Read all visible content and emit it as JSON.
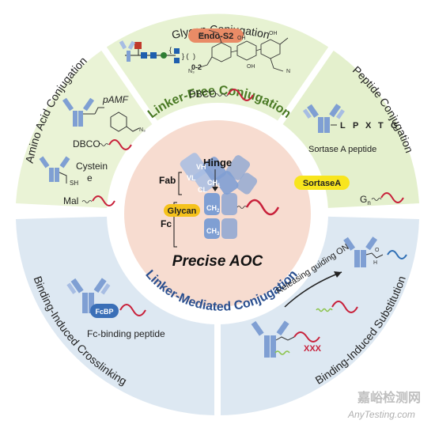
{
  "colors": {
    "top_sector": "#e7f2d2",
    "right_sector": "#e4f0cd",
    "left_sector": "#eaf3d6",
    "bottom_sector": "#dde8f2",
    "center_disk": "#f7dcd0",
    "antibody_heavy": "#7f9fd3",
    "antibody_light": "#a7bde3",
    "rna_red": "#c8203a",
    "rna_blue": "#2f6fb5",
    "pill_endo": "#e98b66",
    "pill_glycan": "#f5c21b",
    "pill_sortase": "#f8e51e",
    "pill_fcbp": "#3a6fb7",
    "green_title": "#4a7a24",
    "blue_title": "#2a4f8f"
  },
  "sectors": {
    "glycan": {
      "title": "Glycan Conjugation",
      "enzyme": "Endo-S2",
      "chain_repeat": "0-2",
      "linker_label": "DBCO"
    },
    "peptide": {
      "title": "Peptide Conjugation",
      "sequence": [
        "L",
        "P",
        "X",
        "T",
        "G"
      ],
      "caption": "Sortase A peptide",
      "enzyme": "SortaseA",
      "g_label": "G",
      "g_subscript": "n"
    },
    "amino_acid": {
      "title": "Amino Acid Conjugation",
      "unnatural_aa": "pAMF",
      "linker_label": "DBCO",
      "cysteine_line1": "Cystein",
      "cysteine_line2": "e",
      "sh_label": "SH",
      "mal_label": "Mal"
    },
    "binding_crosslinking": {
      "title": "Binding-Induced Crosslinking",
      "pill": "FcBP",
      "caption": "Fc-binding peptide"
    },
    "binding_substitution": {
      "title": "Binding-Induced Substitution",
      "arrow_label": "Releasing guiding ON"
    }
  },
  "ring_titles": {
    "linker_free": "Linker-Free Conjugation",
    "linker_mediated": "Linker-Mediated Conjugation"
  },
  "center": {
    "fab": "Fab",
    "fc": "Fc",
    "hinge": "Hinge",
    "vh": "VH",
    "vl": "VL",
    "cl": "CL",
    "ch1": "CH",
    "ch1_sub": "1",
    "ch2": "CH",
    "ch2_sub": "2",
    "ch3": "CH",
    "ch3_sub": "3",
    "glycan": "Glycan",
    "title": "Precise AOC"
  },
  "watermark": {
    "cn": "嘉峪检测网",
    "en": "AnyTesting.com"
  }
}
